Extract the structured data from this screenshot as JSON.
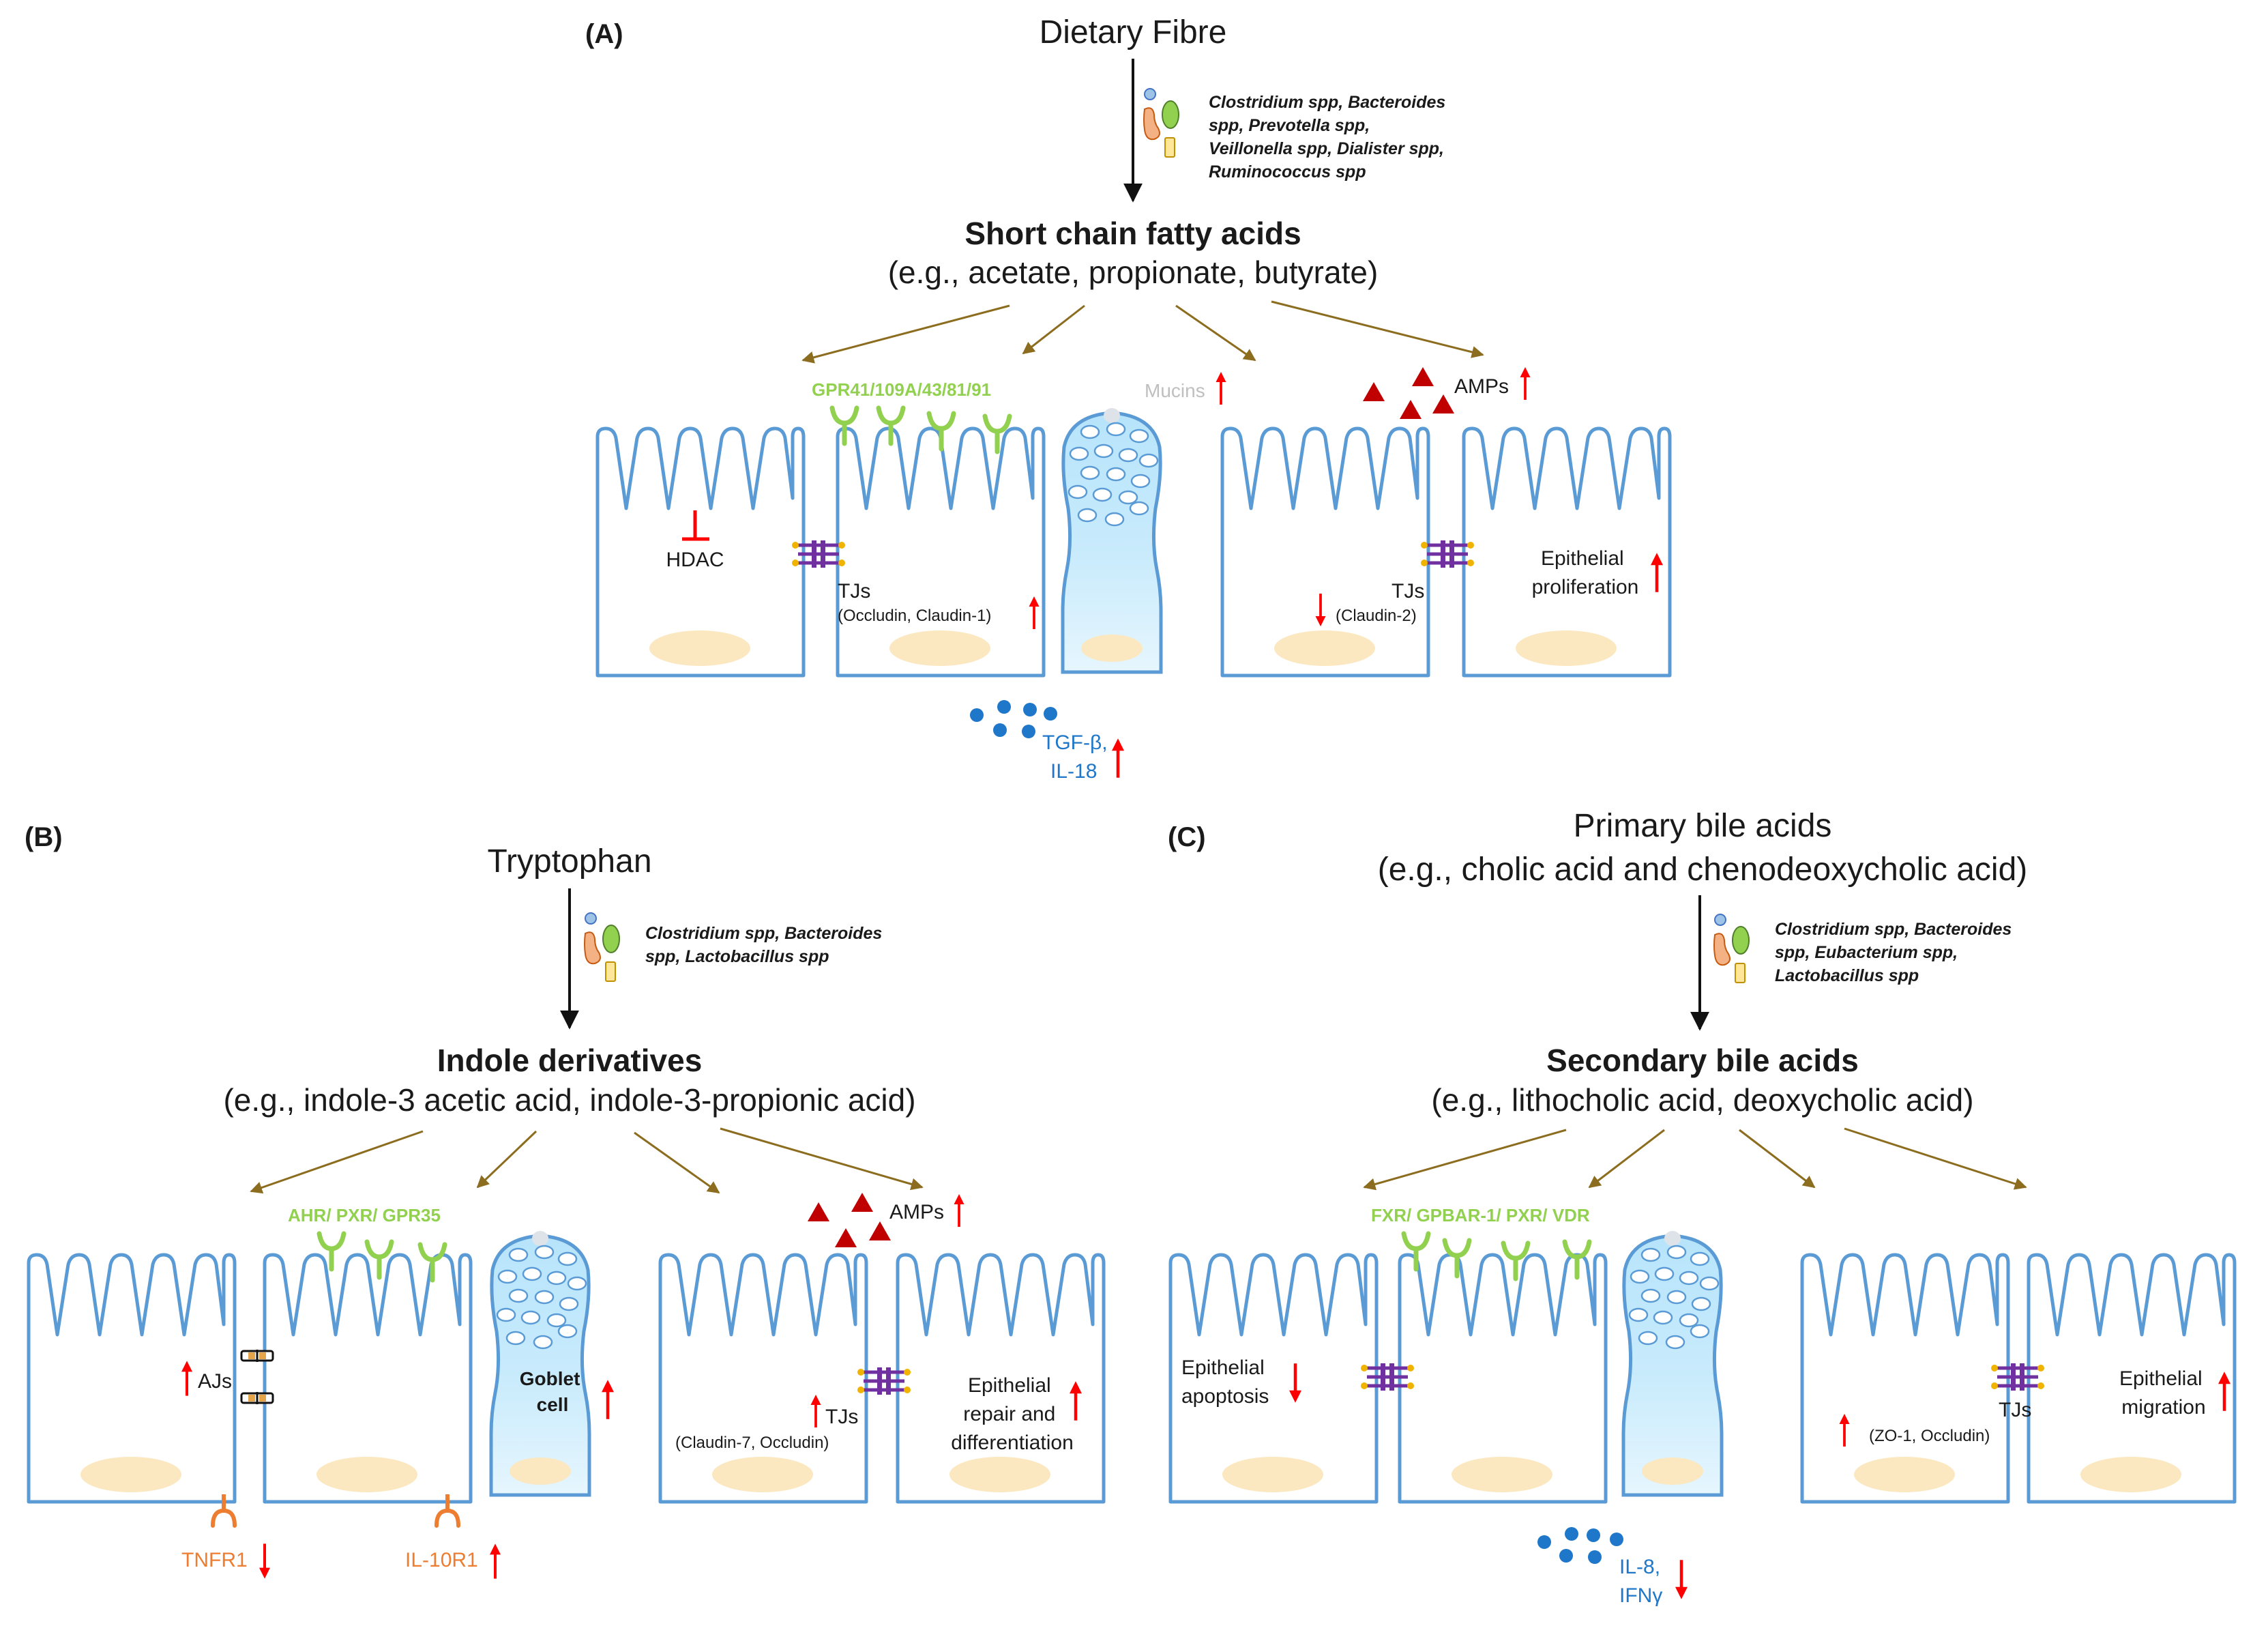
{
  "panel_a": {
    "letter": "(A)",
    "source": "Dietary Fibre",
    "bacteria": [
      "Clostridium spp, Bacteroides",
      "spp, Prevotella spp,",
      "Veillonella spp, Dialister spp,",
      "Ruminococcus spp"
    ],
    "product_title": "Short chain fatty acids",
    "product_examples": "(e.g., acetate, propionate, butyrate)",
    "receptors": "GPR41/109A/43/81/91",
    "mucins": "Mucins",
    "amps": "AMPs",
    "hdac": "HDAC",
    "tjs_1": "TJs",
    "tjs_1_detail": "(Occludin,  Claudin-1)",
    "tjs_2": "TJs",
    "tjs_2_detail": "(Claudin-2)",
    "prolif_1": "Epithelial",
    "prolif_2": "proliferation",
    "cyto_1": "TGF-β,",
    "cyto_2": "IL-18"
  },
  "panel_b": {
    "letter": "(B)",
    "source": "Tryptophan",
    "bacteria": [
      "Clostridium spp, Bacteroides",
      "spp, Lactobacillus spp"
    ],
    "product_title": "Indole derivatives",
    "product_examples": "(e.g., indole-3 acetic acid, indole-3-propionic acid)",
    "receptors": "AHR/ PXR/ GPR35",
    "amps": "AMPs",
    "ajs": "AJs",
    "goblet_1": "Goblet",
    "goblet_2": "cell",
    "tjs": "TJs",
    "tjs_detail": "(Claudin-7,  Occludin)",
    "repair_1": "Epithelial",
    "repair_2": "repair and",
    "repair_3": "differentiation",
    "tnfr1": "TNFR1",
    "il10r1": "IL-10R1"
  },
  "panel_c": {
    "letter": "(C)",
    "source": "Primary bile acids",
    "source_examples": "(e.g., cholic acid and chenodeoxycholic acid)",
    "bacteria": [
      "Clostridium spp, Bacteroides",
      "spp, Eubacterium spp,",
      "Lactobacillus spp"
    ],
    "product_title": "Secondary bile acids",
    "product_examples": "(e.g., lithocholic acid, deoxycholic acid)",
    "receptors": "FXR/ GPBAR-1/ PXR/ VDR",
    "apop_1": "Epithelial",
    "apop_2": "apoptosis",
    "tjs": "TJs",
    "tjs_detail": "(ZO-1, Occludin)",
    "migr_1": "Epithelial",
    "migr_2": "migration",
    "cyto_1": "IL-8,",
    "cyto_2": "IFNγ"
  },
  "colors": {
    "cell_outline": "#5b9bd5",
    "nucleus": "#fbe8c0",
    "receptor": "#92d050",
    "arrow_up_down": "#ff0000",
    "brown_arrow": "#8c6d1f",
    "amp": "#c00000",
    "cytokine": "#1f77c9",
    "tj": "#7030a0",
    "receptor_orange": "#ed7d31"
  }
}
